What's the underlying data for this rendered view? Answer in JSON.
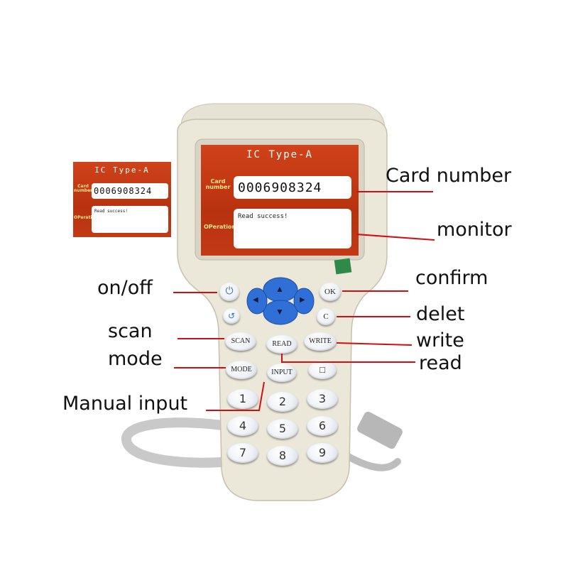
{
  "screen": {
    "title": "IC Type-A",
    "card_label": "Card number",
    "card_number": "0006908324",
    "operation_label": "OPeration",
    "message": "Read success!"
  },
  "inset_screen": {
    "title": "IC Type-A",
    "card_label": "Card number",
    "card_number": "0006908324",
    "operation_label": "OPeration",
    "message": "Read success!"
  },
  "keys": {
    "power": "⏻",
    "back": "↺",
    "up": "▲",
    "down": "▼",
    "left": "◀",
    "right": "▶",
    "ok": "OK",
    "c": "C",
    "scan": "SCAN",
    "read": "READ",
    "write": "WRITE",
    "mode": "MODE",
    "input": "INPUT",
    "box": "□",
    "n1": "1",
    "n2": "2",
    "n3": "3",
    "n4": "4",
    "n5": "5",
    "n6": "6",
    "n7": "7",
    "n8": "8",
    "n9": "9"
  },
  "callouts": {
    "card_number": "Card number",
    "monitor": "monitor",
    "on_off": "on/off",
    "confirm": "confirm",
    "delet": "delet",
    "scan": "scan",
    "write": "write",
    "mode": "mode",
    "read": "read",
    "manual_input": "Manual input"
  },
  "colors": {
    "device_body": "#ece8da",
    "screen_red": "#c73a12",
    "arrow_blue": "#2f6fd6",
    "leader_line": "#d01010"
  }
}
